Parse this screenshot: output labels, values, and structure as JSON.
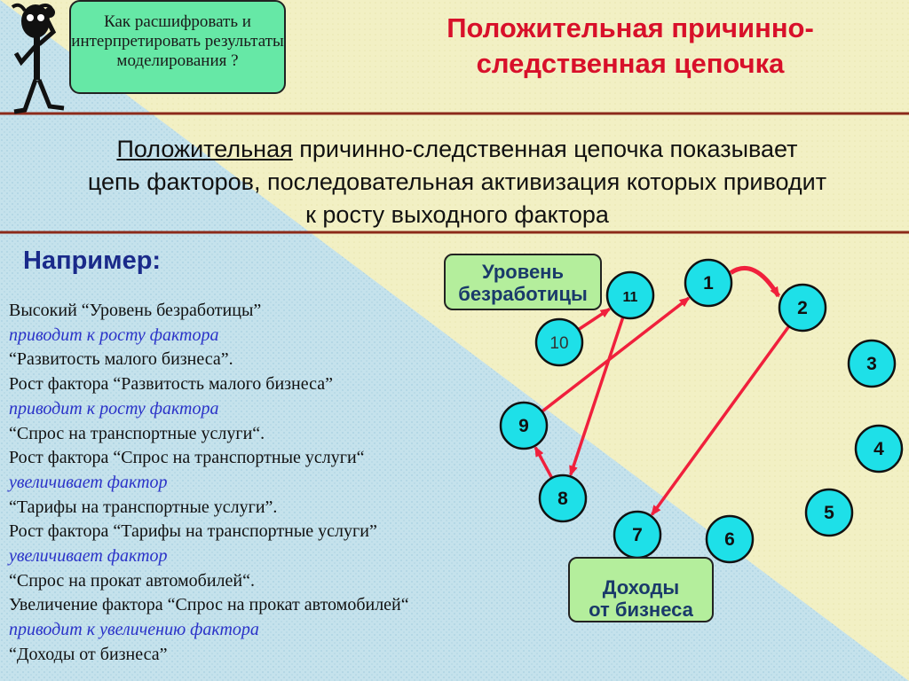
{
  "header": {
    "callout": "Как расшифровать и интерпретировать результаты моделирования ?",
    "title_line1": "Положительная причинно-",
    "title_line2": "следственная цепочка"
  },
  "definition": {
    "underlined": "Положительная",
    "rest_line1": " причинно-следственная цепочка показывает",
    "line2": "цепь факторов, последовательная активизация которых приводит",
    "line3": "к росту выходного фактора"
  },
  "example": {
    "label": "Например:",
    "lines": [
      {
        "text": "Высокий “Уровень безработицы”",
        "style": "plain"
      },
      {
        "text": "приводит к росту фактора",
        "style": "em"
      },
      {
        "text": "“Развитость малого бизнеса”.",
        "style": "plain"
      },
      {
        "text": "Рост фактора  “Развитость малого бизнеса”",
        "style": "plain"
      },
      {
        "text": " приводит к росту фактора",
        "style": "em"
      },
      {
        "text": "“Спрос на транспортные услуги“.",
        "style": "plain"
      },
      {
        "text": "Рост фактора “Спрос на транспортные услуги“",
        "style": "plain"
      },
      {
        "text": "увеличивает фактор",
        "style": "em"
      },
      {
        "text": "“Тарифы на транспортные услуги”.",
        "style": "plain"
      },
      {
        "text": "Рост фактора “Тарифы на транспортные услуги”",
        "style": "plain"
      },
      {
        "text": "увеличивает фактор",
        "style": "em"
      },
      {
        "text": "“Спрос на прокат автомобилей“.",
        "style": "plain"
      },
      {
        "text": "Увеличение фактора “Спрос на прокат автомобилей“",
        "style": "plain"
      },
      {
        "text": "  приводит к увеличению фактора",
        "style": "em"
      },
      {
        "text": "“Доходы от бизнеса”",
        "style": "plain"
      }
    ]
  },
  "labels": {
    "unemployment": "Уровень безработицы",
    "income_line1": "Доходы",
    "income_line2": "от бизнеса"
  },
  "nodes": [
    {
      "id": "1",
      "label": "1"
    },
    {
      "id": "2",
      "label": "2"
    },
    {
      "id": "3",
      "label": "3"
    },
    {
      "id": "4",
      "label": "4"
    },
    {
      "id": "5",
      "label": "5"
    },
    {
      "id": "6",
      "label": "6"
    },
    {
      "id": "7",
      "label": "7"
    },
    {
      "id": "8",
      "label": "8"
    },
    {
      "id": "9",
      "label": "9"
    },
    {
      "id": "10",
      "label": "10"
    },
    {
      "id": "11",
      "label": "11"
    }
  ],
  "edges": [
    {
      "from": "10",
      "to": "11"
    },
    {
      "from": "11",
      "to": "8"
    },
    {
      "from": "8",
      "to": "9"
    },
    {
      "from": "9",
      "to": "1"
    },
    {
      "from": "1",
      "to": "2"
    },
    {
      "from": "2",
      "to": "7"
    }
  ],
  "colors": {
    "node_fill": "#1ee0e8",
    "arrow": "#f0203c",
    "title": "#d8102a",
    "callout": "#66e8a6",
    "label_box": "#b4ee9c",
    "bg_cream": "#f2f0c0",
    "bg_blue": "#c8e4ee"
  }
}
